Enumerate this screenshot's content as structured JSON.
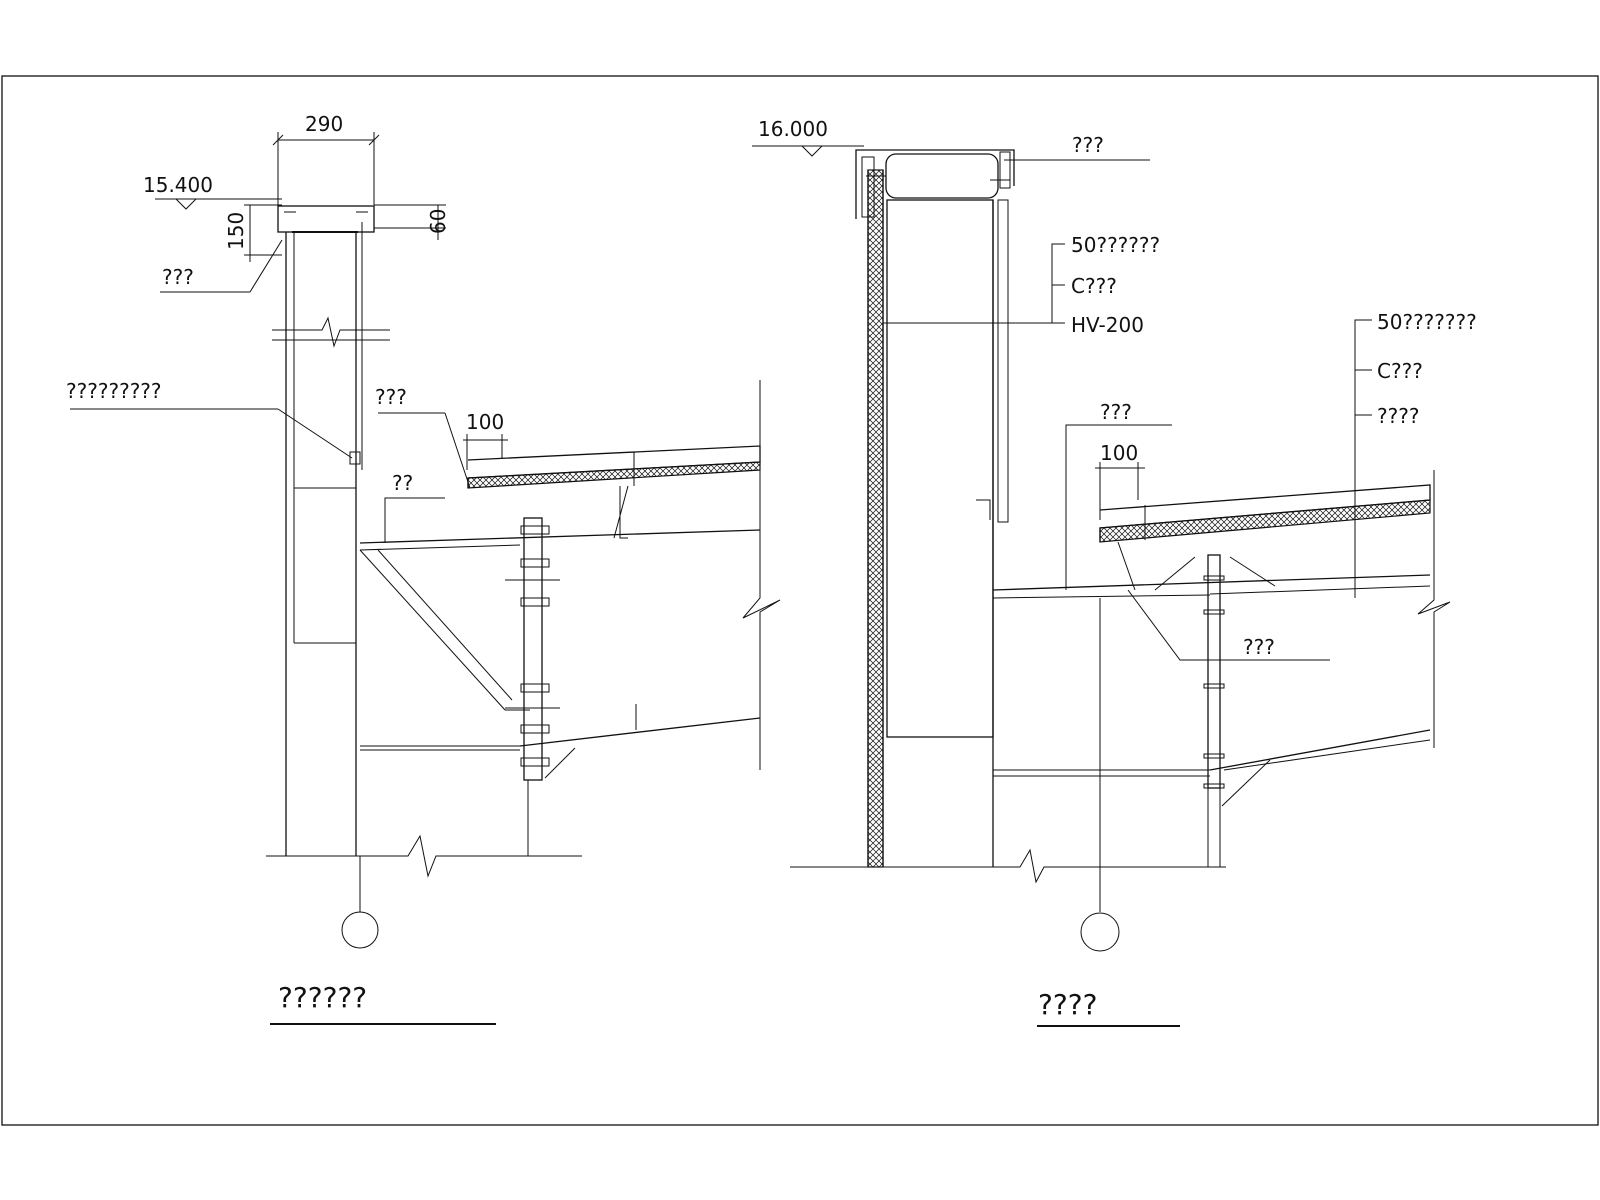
{
  "left_detail": {
    "dim_width": "290",
    "elevation": "15.400",
    "dim_150": "150",
    "dim_60": "60",
    "label_cap": "???",
    "label_long": "?????????",
    "label_gutter": "???",
    "dim_100": "100",
    "label_short": "??",
    "title": "??????"
  },
  "right_detail": {
    "elevation": "16.000",
    "label_top": "???",
    "wall_layer_1": "50??????",
    "wall_layer_2": "C???",
    "wall_layer_3": "HV-200",
    "roof_layer_1": "50???????",
    "roof_layer_2": "C???",
    "roof_layer_3": "????",
    "label_gutter": "???",
    "dim_100": "100",
    "label_bracket": "???",
    "title": "????"
  }
}
